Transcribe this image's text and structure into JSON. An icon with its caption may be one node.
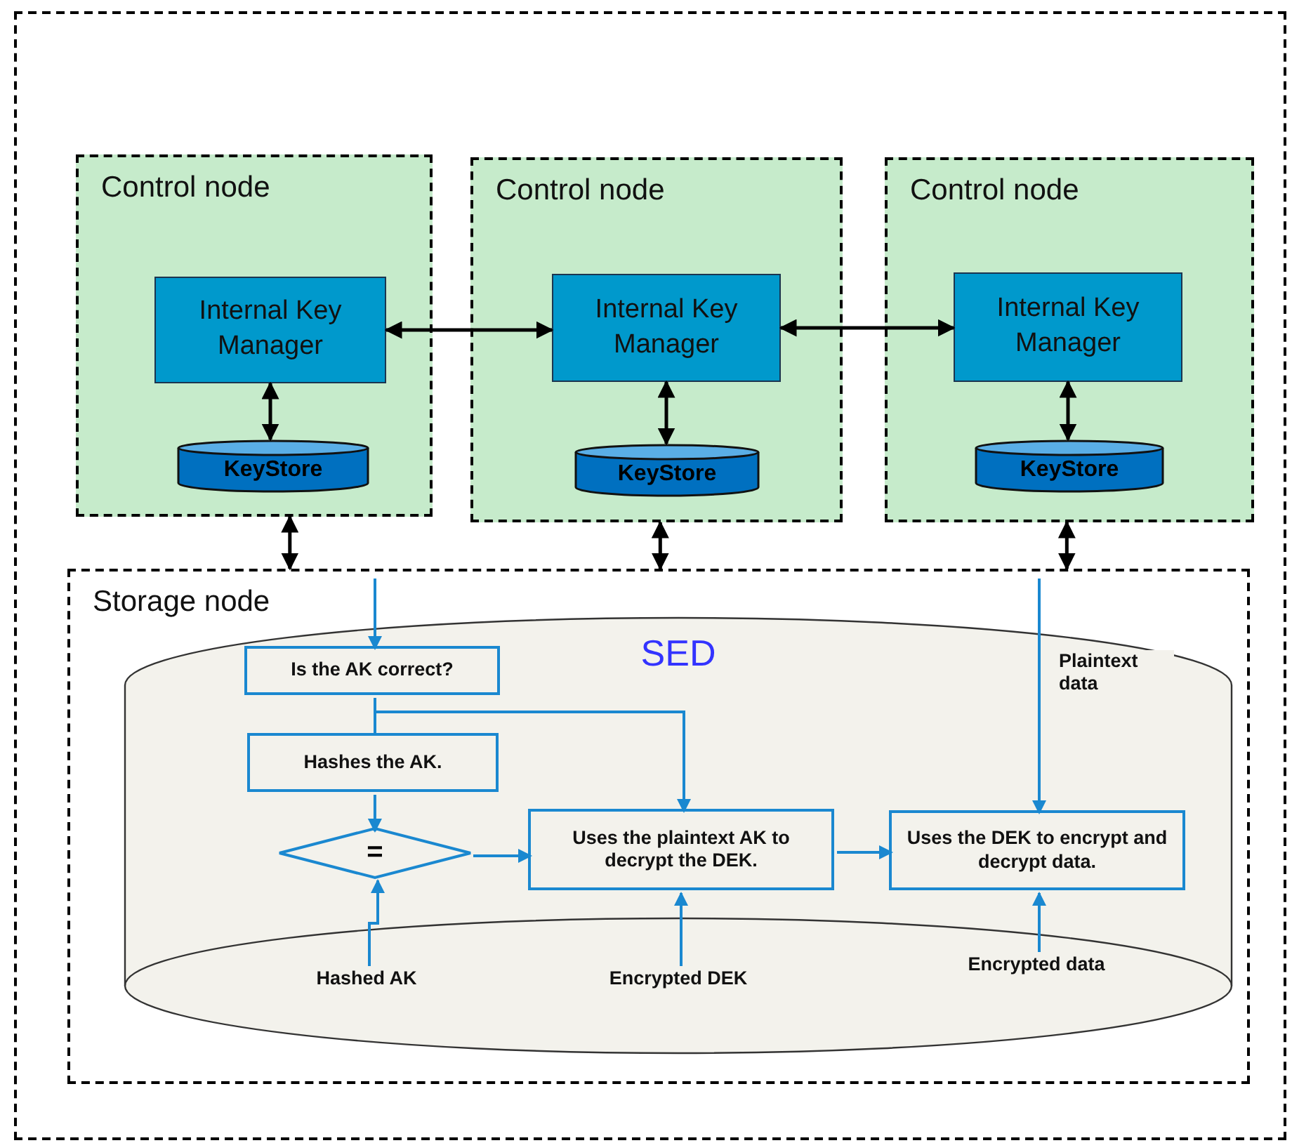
{
  "diagram": {
    "nodes": [
      {
        "text": [],
        "shape": "box"
      },
      {
        "text": [
          "Control node"
        ],
        "in": 0
      },
      {
        "text": [
          "Internal Key Manager"
        ],
        "in": 1
      },
      {
        "text": [
          "KeyStore"
        ],
        "in": 1
      },
      {
        "text": [
          "Control node"
        ],
        "in": 0
      },
      {
        "text": [
          "Internal Key Manager"
        ],
        "in": 4
      },
      {
        "text": [
          "KeyStore"
        ],
        "in": 4
      },
      {
        "text": [
          "Control node"
        ],
        "in": 0
      },
      {
        "text": [
          "Internal Key Manager"
        ],
        "in": 7
      },
      {
        "text": [
          "KeyStore"
        ],
        "in": 7
      },
      {
        "text": [
          "Storage node"
        ],
        "in": 0
      },
      {
        "text": [
          "SED"
        ],
        "in": 10
      },
      {
        "text": [
          "Is the AK correct?"
        ],
        "in": 11
      },
      {
        "text": [
          "Hashes the AK."
        ],
        "in": 11
      },
      {
        "text": [
          "="
        ],
        "in": 11
      },
      {
        "text": [
          "Uses the plaintext AK to decrypt the DEK."
        ],
        "in": 11
      },
      {
        "text": [
          "Uses the DEK to encrypt and decrypt data."
        ],
        "in": 11
      },
      {
        "text": [
          "Hashed AK"
        ],
        "in": 11
      },
      {
        "text": [
          "Encrypted DEK"
        ],
        "in": 11
      },
      {
        "text": [
          "Encrypted data"
        ],
        "in": 11
      }
    ],
    "edges": [
      {
        "from": 2,
        "to": 5,
        "arrow": "both",
        "color": "#000000"
      },
      {
        "from": 5,
        "to": 8,
        "arrow": "both",
        "color": "#000000"
      },
      {
        "from": 2,
        "to": 3,
        "arrow": "both",
        "color": "#000000"
      },
      {
        "from": 5,
        "to": 6,
        "arrow": "both",
        "color": "#000000"
      },
      {
        "from": 8,
        "to": 9,
        "arrow": "both",
        "color": "#000000"
      },
      {
        "from": 1,
        "to": 10,
        "arrow": "both",
        "color": "#000000"
      },
      {
        "from": 4,
        "to": 10,
        "arrow": "both",
        "color": "#000000"
      },
      {
        "from": 7,
        "to": 10,
        "arrow": "both",
        "color": "#000000"
      },
      {
        "from": null,
        "to": 12,
        "arrow": "to"
      },
      {
        "from": 12,
        "to": 13,
        "arrow": "none"
      },
      {
        "from": 12,
        "to": 15,
        "arrow": "to"
      },
      {
        "from": 13,
        "to": 14,
        "arrow": "to"
      },
      {
        "from": 14,
        "to": 15,
        "arrow": "to"
      },
      {
        "from": 15,
        "to": 16,
        "arrow": "to"
      },
      {
        "from": 17,
        "to": 14,
        "arrow": "to"
      },
      {
        "from": 18,
        "to": 15,
        "arrow": "to"
      },
      {
        "from": 19,
        "to": 16,
        "arrow": "to"
      },
      {
        "from": null,
        "to": 16,
        "arrow": "to",
        "label": "Plaintext data"
      }
    ]
  }
}
